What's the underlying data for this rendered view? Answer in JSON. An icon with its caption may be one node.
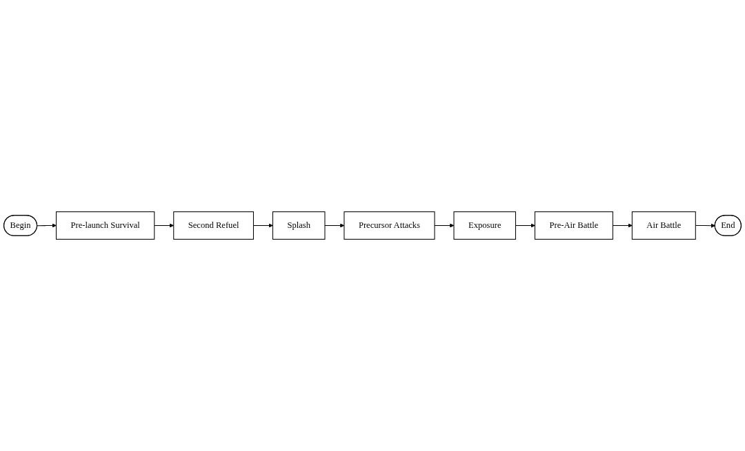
{
  "diagram": {
    "nodes": [
      {
        "text": [
          "Begin"
        ]
      },
      {
        "text": [
          "Pre-launch Survival"
        ]
      },
      {
        "text": [
          "Second Refuel"
        ]
      },
      {
        "text": [
          "Splash"
        ]
      },
      {
        "text": [
          "Precursor Attacks"
        ]
      },
      {
        "text": [
          "Exposure"
        ]
      },
      {
        "text": [
          "Pre-Air Battle"
        ]
      },
      {
        "text": [
          "Air Battle"
        ]
      },
      {
        "text": [
          "End"
        ]
      }
    ],
    "edges": [
      {
        "from": 0,
        "to": 1,
        "arrow": "to"
      },
      {
        "from": 1,
        "to": 2,
        "arrow": "to"
      },
      {
        "from": 2,
        "to": 3,
        "arrow": "to"
      },
      {
        "from": 3,
        "to": 4,
        "arrow": "to"
      },
      {
        "from": 4,
        "to": 5,
        "arrow": "to"
      },
      {
        "from": 5,
        "to": 6,
        "arrow": "to"
      },
      {
        "from": 6,
        "to": 7,
        "arrow": "to"
      },
      {
        "from": 7,
        "to": 8,
        "arrow": "to"
      }
    ]
  }
}
